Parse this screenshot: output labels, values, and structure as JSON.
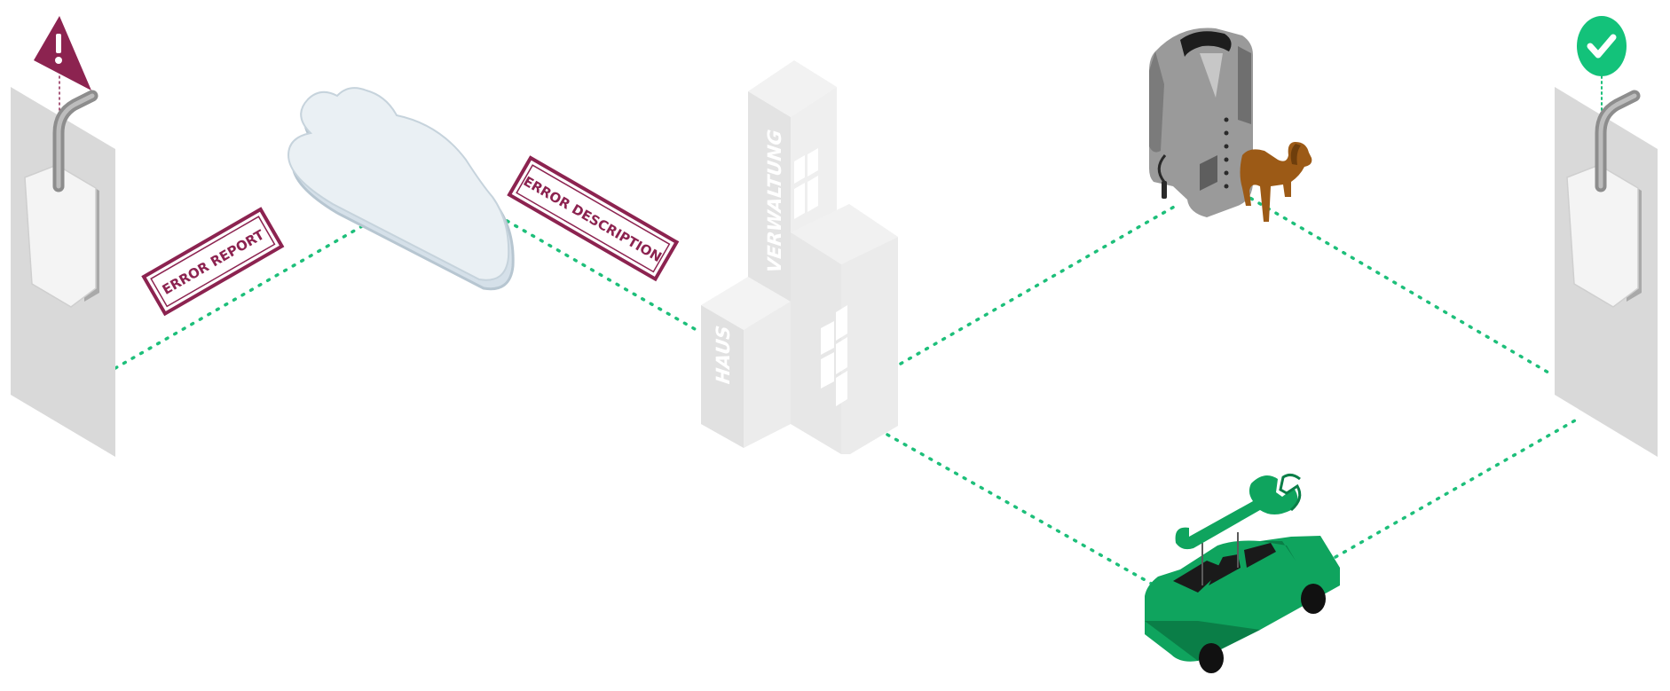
{
  "colors": {
    "connector": "#1dbf7a",
    "error": "#8c2350",
    "success": "#13c27a",
    "car": "#0fa45e",
    "building": "#e6e6e6",
    "wall": "#d8d8d8",
    "cloud": "#e8eef3",
    "dog": "#9c5a16",
    "coat": "#8f8f8f"
  },
  "labels": {
    "error_report": "ERROR REPORT",
    "error_description": "ERROR DESCRIPTION",
    "building_tall": "VERWALTUNG",
    "building_short": "HAUS"
  },
  "icons": {
    "alert": "warning-triangle-icon",
    "success": "check-circle-icon",
    "cloud": "cloud-icon",
    "repair": "wrench-icon",
    "vehicle": "car-icon",
    "caretaker": "coat-icon",
    "pet": "dog-icon"
  }
}
